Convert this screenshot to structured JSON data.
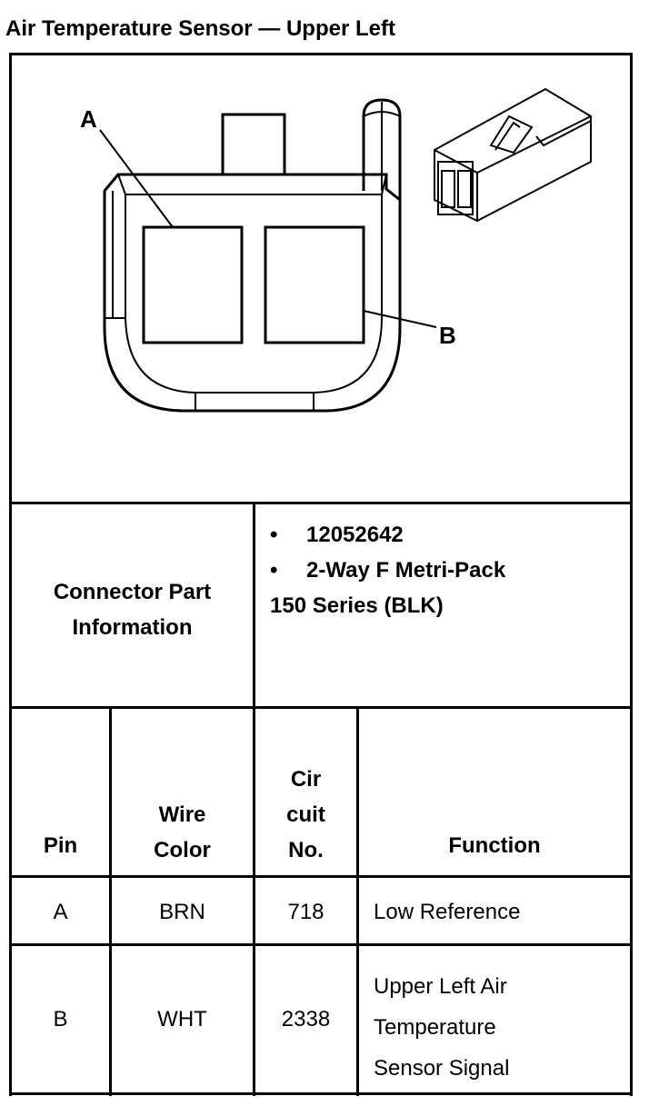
{
  "title": "Air Temperature Sensor — Upper Left",
  "diagram": {
    "label_a": "A",
    "label_b": "B"
  },
  "connector_info": {
    "heading_line1": "Connector Part",
    "heading_line2": "Information",
    "bullets": [
      "12052642",
      "2-Way F Metri-Pack"
    ],
    "bullet_continuation": "150 Series (BLK)"
  },
  "table": {
    "headers": {
      "pin": "Pin",
      "wire_color_line1": "Wire",
      "wire_color_line2": "Color",
      "circuit_line1": "Cir",
      "circuit_line2": "cuit",
      "circuit_line3": "No.",
      "function": "Function"
    },
    "rows": [
      {
        "pin": "A",
        "wire_color": "BRN",
        "circuit": "718",
        "function_lines": [
          "Low Reference"
        ]
      },
      {
        "pin": "B",
        "wire_color": "WHT",
        "circuit": "2338",
        "function_lines": [
          "Upper Left Air",
          "Temperature",
          "Sensor Signal"
        ]
      }
    ]
  }
}
